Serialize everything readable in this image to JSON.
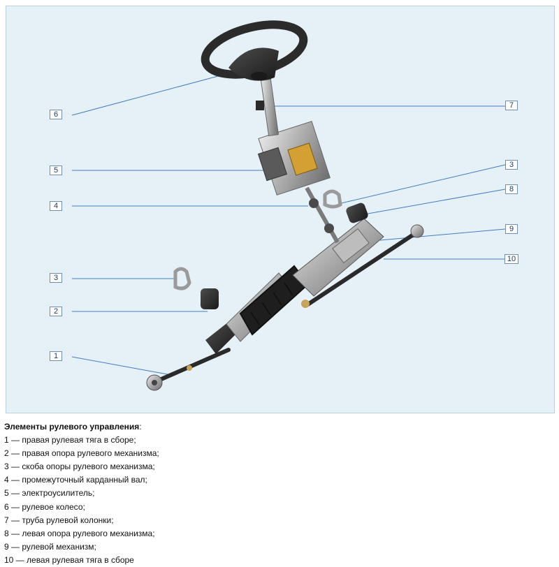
{
  "callouts": {
    "c1": "1",
    "c2": "2",
    "c3a": "3",
    "c3b": "3",
    "c4": "4",
    "c5": "5",
    "c6": "6",
    "c7": "7",
    "c8": "8",
    "c9": "9",
    "c10": "10"
  },
  "caption": {
    "title": "Элементы рулевого управления",
    "colon": ":",
    "items": [
      "1 — правая рулевая тяга в сборе;",
      "2 — правая опора рулевого механизма;",
      "3 — скоба опоры рулевого механизма;",
      "4 — промежуточный карданный вал;",
      "5 — электроусилитель;",
      "6 — рулевое колесо;",
      "7 — труба рулевой колонки;",
      "8 — левая опора рулевого механизма;",
      "9 — рулевой механизм;",
      "10 — левая рулевая тяга в сборе"
    ]
  },
  "colors": {
    "background": "#e6f0f7",
    "leader": "#3f7fc0",
    "callout_border": "#6e8fb0"
  }
}
